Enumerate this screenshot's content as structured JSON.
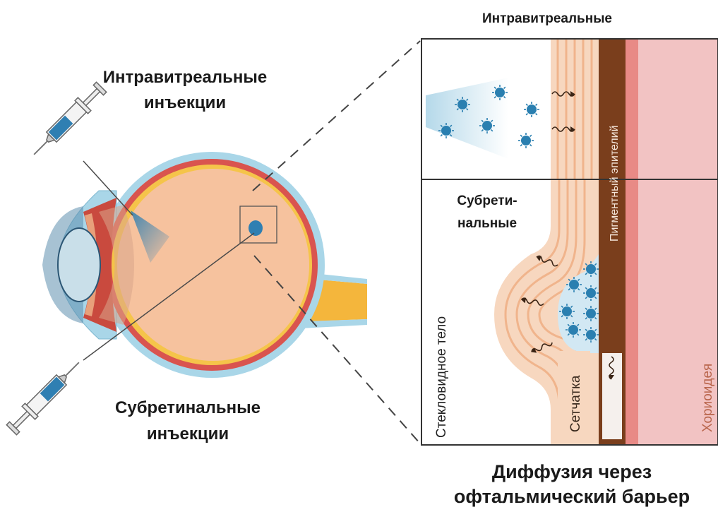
{
  "labels": {
    "intravitreal_injections_line1": "Интравитреальные",
    "intravitreal_injections_line2": "инъекции",
    "subretinal_injections_line1": "Субретинальные",
    "subretinal_injections_line2": "инъекции",
    "inset_intravitreal": "Интравитреальные",
    "inset_subretinal_line1": "Субрети-",
    "inset_subretinal_line2": "нальные",
    "vitreous_body": "Стекловидное тело",
    "retina": "Сетчатка",
    "pigment_epithelium": "Пигментный эпителий",
    "choroid": "Хориоидея",
    "caption_line1": "Диффузия через",
    "caption_line2": "офтальмический барьер"
  },
  "colors": {
    "sclera_blue": "#a9d6e8",
    "eye_body": "#f6c29e",
    "retina_red": "#d9544f",
    "retina_yellow": "#f5c44a",
    "optic_nerve": "#f4b63c",
    "lens": "#c9dfe9",
    "syringe_fill": "#2f7fb2",
    "virus": "#2a7fb0",
    "retina_band": "#f7d7bf",
    "pigment_brown": "#7a3e1c",
    "choroid_pink": "#f2c3c3",
    "choroid_label": "#b8644a"
  },
  "icons": [
    "syringe-icon",
    "virus-particle-icon",
    "wavy-arrow-icon"
  ]
}
